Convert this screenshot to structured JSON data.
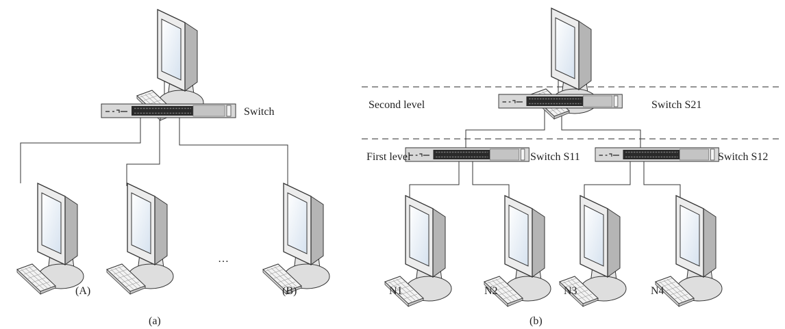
{
  "panel_a": {
    "caption": "(a)",
    "switch_label": "Switch",
    "computer_labels": [
      "(A)",
      "(B)"
    ],
    "ellipsis": "…"
  },
  "panel_b": {
    "caption": "(b)",
    "levels": [
      "Second level",
      "First level"
    ],
    "switches": [
      "Switch S21",
      "Switch S11",
      "Switch S12"
    ],
    "nodes": [
      "N1",
      "N2",
      "N3",
      "N4"
    ]
  },
  "colors": {
    "line": "#333333",
    "switch_body": "#d8d8d8",
    "port_block": "#2a2a2a",
    "monitor_frame": "#e9e9e9",
    "screen": "#eef4fb"
  },
  "icons": [
    "desktop-computer-icon",
    "network-switch-icon"
  ]
}
